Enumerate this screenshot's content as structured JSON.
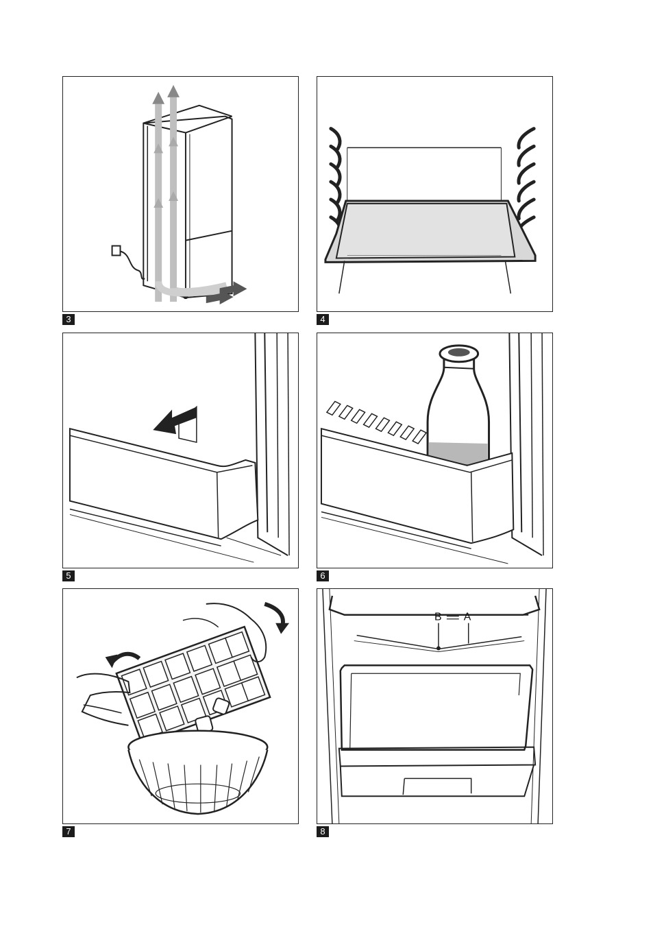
{
  "figures": [
    {
      "number": "3"
    },
    {
      "number": "4"
    },
    {
      "number": "5"
    },
    {
      "number": "6"
    },
    {
      "number": "7"
    },
    {
      "number": "8"
    }
  ],
  "fig8_labels": {
    "b": "B",
    "a": "A"
  }
}
